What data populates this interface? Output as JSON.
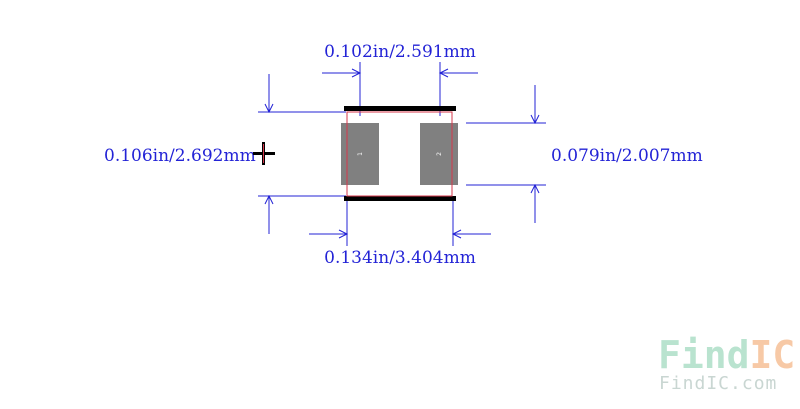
{
  "dimensions": {
    "top": "0.102in/2.591mm",
    "bottom": "0.134in/3.404mm",
    "left": "0.106in/2.692mm",
    "right": "0.079in/2.007mm"
  },
  "pads": {
    "pad1": "1",
    "pad2": "2"
  },
  "watermark": {
    "logo_prefix": "Find",
    "logo_suffix": "IC",
    "url": "FindIC.com",
    "colors": {
      "prefix": "#b9e3cf",
      "suffix": "#f7c9a6",
      "url": "#c9d6d2"
    }
  },
  "colors": {
    "dimension": "#2323d6",
    "pad": "#808080",
    "outline": "#d6374b",
    "silkscreen": "#000000"
  }
}
